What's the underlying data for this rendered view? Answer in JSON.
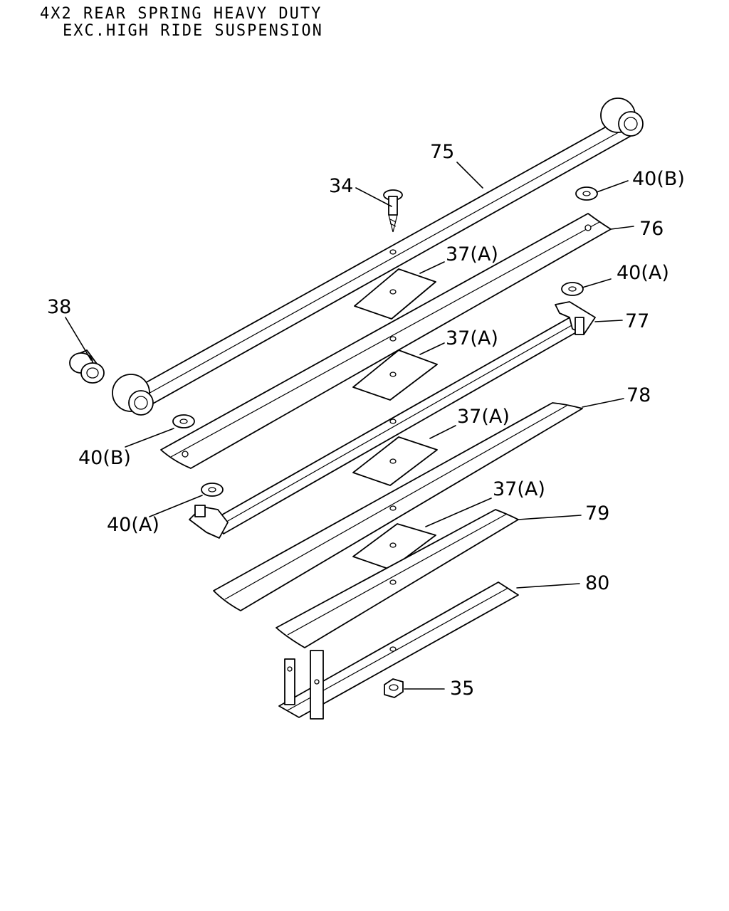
{
  "title": {
    "line1": "4X2 REAR SPRING HEAVY DUTY",
    "line2": "EXC.HIGH RIDE SUSPENSION"
  },
  "callouts": {
    "c75": "75",
    "c34": "34",
    "c40b_top": "40(B)",
    "c76": "76",
    "c37a_1": "37(A)",
    "c40a_top": "40(A)",
    "c38": "38",
    "c77": "77",
    "c37a_2": "37(A)",
    "c78": "78",
    "c40b_left": "40(B)",
    "c37a_3": "37(A)",
    "c40a_left": "40(A)",
    "c37a_4": "37(A)",
    "c79": "79",
    "c80": "80",
    "c35": "35"
  }
}
